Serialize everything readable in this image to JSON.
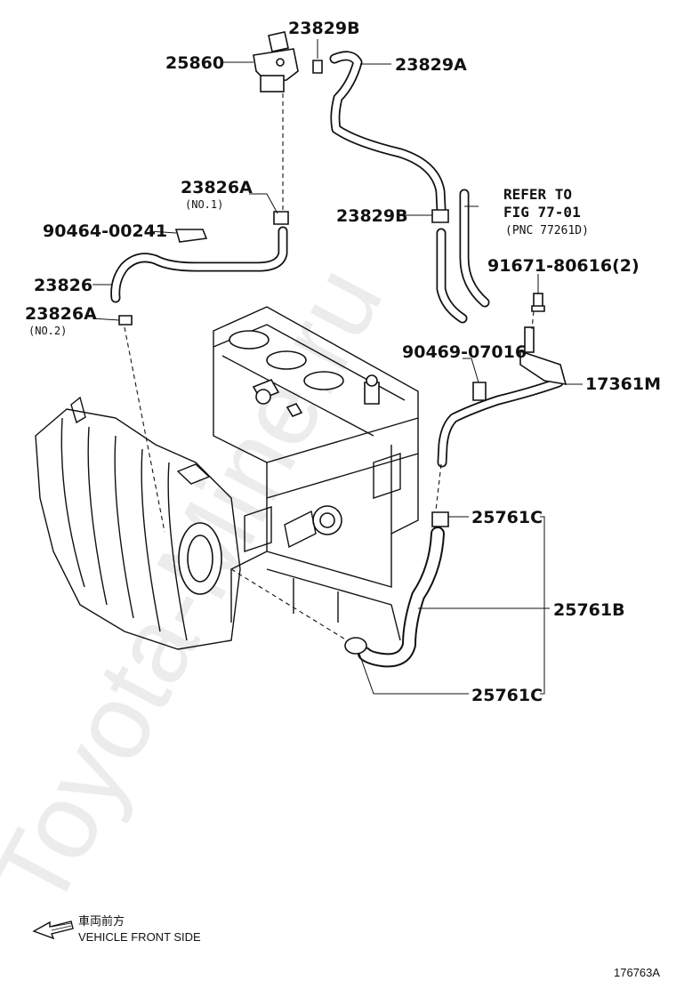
{
  "watermark": "Toyota-Mine.ru",
  "figure_code": "176763A",
  "direction_note": {
    "japanese": "車両前方",
    "english": "VEHICLE FRONT SIDE"
  },
  "parts": {
    "p23829B_top": "23829B",
    "p25860": "25860",
    "p23829A": "23829A",
    "p23826A_1": "23826A",
    "p23826A_1_sub": "(NO.1)",
    "p90464": "90464-00241",
    "p23829B_mid": "23829B",
    "p23826": "23826",
    "p23826A_2": "23826A",
    "p23826A_2_sub": "(NO.2)",
    "p91671": "91671-80616(2)",
    "p90469": "90469-07016",
    "p17361M": "17361M",
    "p25761C_top": "25761C",
    "p25761B": "25761B",
    "p25761C_bot": "25761C"
  },
  "refer": {
    "line1": "REFER TO",
    "line2": "FIG 77-01",
    "line3": "(PNC 77261D)"
  }
}
